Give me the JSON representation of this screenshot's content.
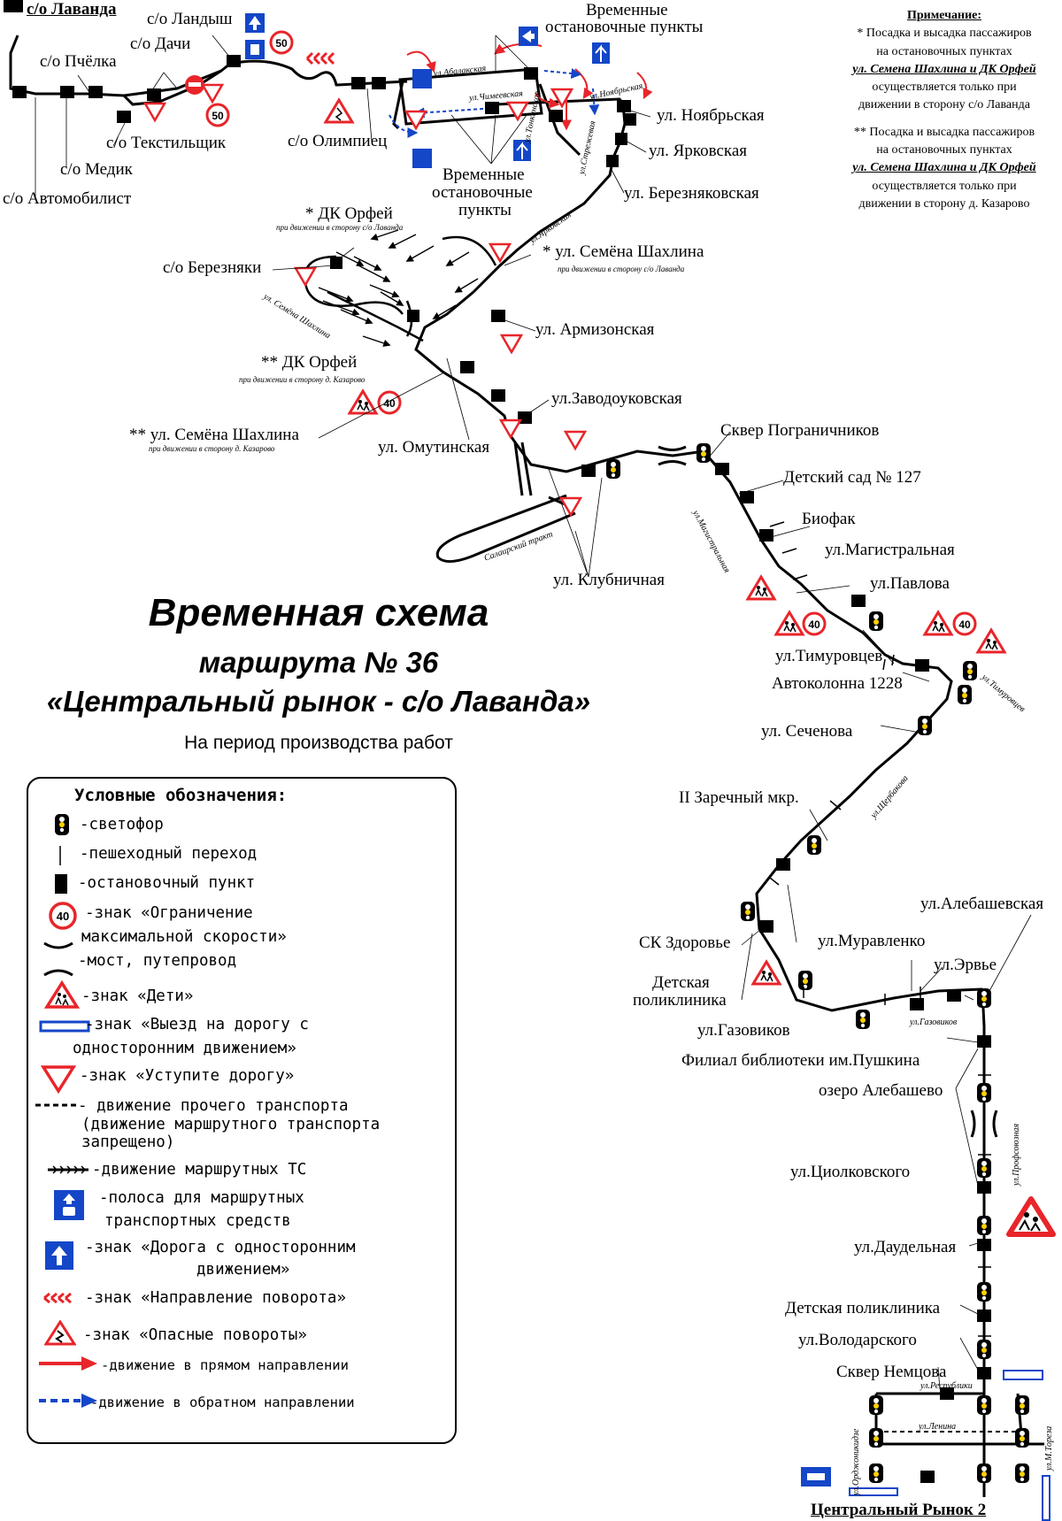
{
  "title": {
    "main": "Временная схема",
    "route": "маршрута № 36",
    "name": "«Центральный рынок - с/о Лаванда»",
    "period": "На период производства работ"
  },
  "note": {
    "title": "Примечание:",
    "p1_a": "* Посадка и высадка пассажиров",
    "p1_b": "на остановочных пунктах",
    "p1_stops": "ул. Семена Шахлина и ДК Орфей",
    "p1_c": "осуществляется только при",
    "p1_d": "движении в сторону с/о Лаванда",
    "p2_a": "** Посадка и высадка пассажиров",
    "p2_b": "на остановочных пунктах",
    "p2_stops": "ул. Семена Шахлина и ДК Орфей",
    "p2_c": "осуществляется только при",
    "p2_d": "движении в сторону д. Казарово"
  },
  "stops": {
    "lavanda": "с/о Лаванда",
    "landysh": "с/о Ландыш",
    "dachi": "с/о Дачи",
    "pchelka": "с/о Пчёлка",
    "tekstilshchik": "с/о Текстильщик",
    "medik": "с/о Медик",
    "avtomobilist": "с/о Автомобилист",
    "olimpiets": "с/о Олимпиец",
    "temp_top_1": "Временные",
    "temp_top_2": "остановочные пункты",
    "temp_bot_1": "Временные",
    "temp_bot_2": "остановочные",
    "temp_bot_3": "пункты",
    "noyabrskaya": "ул. Ноябрьская",
    "yarkovskaya": "ул. Ярковская",
    "bereznyakovskaya": "ул. Березняковская",
    "dk_orfey_1": "* ДК Орфей",
    "dk_orfey_1_sub": "при движении в сторону с/о Лаванда",
    "berezniaki": "с/о Березняки",
    "shakhlina_1": "* ул. Семёна Шахлина",
    "shakhlina_1_sub": "при движении в сторону с/о Лаванда",
    "armizonskaya": "ул. Армизонская",
    "dk_orfey_2": "** ДК Орфей",
    "dk_orfey_2_sub": "при движении в сторону д. Казарово",
    "zavodoukovskaya": "ул.Заводоуковская",
    "shakhlina_2": "** ул. Семёна Шахлина",
    "shakhlina_2_sub": "при движении в сторону д. Казарово",
    "omutinskaya": "ул. Омутинская",
    "skver_pogranichnikov": "Сквер Пограничников",
    "detsad_127": "Детский сад № 127",
    "biofak": "Биофак",
    "magistralnaya": "ул.Магистральная",
    "pavlova": "ул.Павлова",
    "klubnichnaya": "ул. Клубничная",
    "timurovtsev": "ул.Тимуровцев",
    "avtokolonna": "Автоколонна 1228",
    "sechenova": "ул. Сеченова",
    "zarechny": "II Заречный мкр.",
    "alebashevskaya": "ул.Алебашевская",
    "sk_zdorovie": "СК Здоровье",
    "muravlenko": "ул.Муравленко",
    "detskaya_poliklinika_1a": "Детская",
    "detskaya_poliklinika_1b": "поликлиника",
    "ervie": "ул.Эрвье",
    "gazovikov": "ул.Газовиков",
    "filial_biblioteki": "Филиал библиотеки им.Пушкина",
    "ozero_alebashevo": "озеро Алебашево",
    "tsiolkovskogo": "ул.Циолковского",
    "daudelnaya": "ул.Даудельная",
    "detskaya_poliklinika_2": "Детская поликлиника",
    "volodarskogo": "ул.Володарского",
    "skver_nemtsova": "Сквер Немцова",
    "tsentralny_rynok": "Центральный Рынок 2"
  },
  "streets": {
    "abalakskaya": "ул.Абалакская",
    "chimeevskaya": "ул.Чимеевская",
    "noyabrskaya": "ул.Ноябрьская",
    "tonkaya": "ул.Тонкинская",
    "strezhevaya": "ул.Стрежевая",
    "yarkovskaya": "ул.Ярковская",
    "shakhlina": "ул. Семёна Шахлина",
    "salairsky": "Салаирский тракт",
    "magistralnaya": "ул.Магистральная",
    "timurovtsev": "ул.Тимуровцев",
    "shcherbakova": "ул.Щербакова",
    "gazovikov": "ул.Газовиков",
    "profsoyuznaya": "ул.Профсоюзная",
    "respubliki": "ул.Республики",
    "ordzhonikidze": "ул.Орджоникидзе",
    "lenina": "ул.Ленина",
    "m_toreza": "ул.М.Тореза"
  },
  "signs": {
    "speed_50": "50",
    "speed_40": "40"
  },
  "legend": {
    "title": "Условные обозначения:",
    "traffic_light": "-светофор",
    "crossing": "-пешеходный переход",
    "stop": "-остановочный пункт",
    "speed_1": "-знак «Ограничение",
    "speed_2": "максимальной скорости»",
    "speed_value": "40",
    "bridge": "-мост, путепровод",
    "children": "-знак «Дети»",
    "oneway_exit_1": "-знак «Выезд на дорогу с",
    "oneway_exit_2": "односторонним движением»",
    "give_way": "-знак «Уступите дорогу»",
    "other_1": "- движение прочего транспорта",
    "other_2": "(движение маршрутного транспорта",
    "other_3": "запрещено)",
    "route_vehicles": "-движение маршрутных ТС",
    "bus_lane_1": "-полоса для маршрутных",
    "bus_lane_2": "транспортных средств",
    "oneway_1": "-знак «Дорога с односторонним",
    "oneway_2": "движением»",
    "turn_dir": "-знак «Направление поворота»",
    "dangerous": "-знак «Опасные повороты»",
    "forward": "-движение в прямом направлении",
    "reverse": "-движение в обратном направлении"
  },
  "colors": {
    "route": "#000000",
    "sign_red": "#e8252a",
    "sign_blue": "#1446c8",
    "arrow_red": "#e8252a",
    "arrow_blue": "#1446c8"
  }
}
